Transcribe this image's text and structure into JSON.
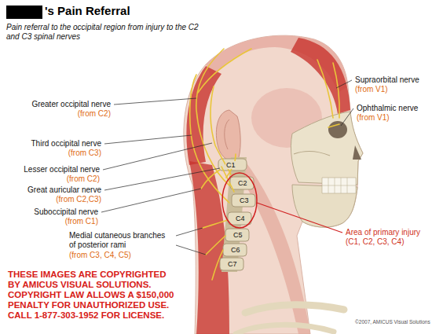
{
  "diagram": {
    "title": "'s Pain Referral",
    "labels": [
      "Pain referral to the occipital region from injury to the C2 and C3 spinal nerves",
      "Greater occipital nerve",
      "(from C2)",
      "Supraorbital nerve",
      "(from V1)",
      "Ophthalmic nerve",
      "(from V1)",
      "Third occipital nerve",
      "(from C3)",
      "Lesser occipital nerve",
      "(from C2)",
      "C1",
      "Great auricular nerve",
      "(from C2,C3)",
      "C2",
      "C3",
      "Suboccipital nerve",
      "(from C1)",
      "C4",
      "Area of primary injury",
      "(C1, C2, C3, C4)",
      "C5",
      "Medial cutaneous branches of posterior rami",
      "(from C3, C4, C5)",
      "C6",
      "C7",
      "THESE IMAGES ARE COPYRIGHTED",
      "BY AMICUS VISUAL SOLUTIONS.",
      "COPYRIGHT LAW ALLOWS A $150,000",
      "PENALTY FOR UNAUTHORIZED USE.",
      "CALL 1-877-303-1952 FOR LICENSE.",
      "©2007, AMICUS Visual Solutions"
    ]
  }
}
